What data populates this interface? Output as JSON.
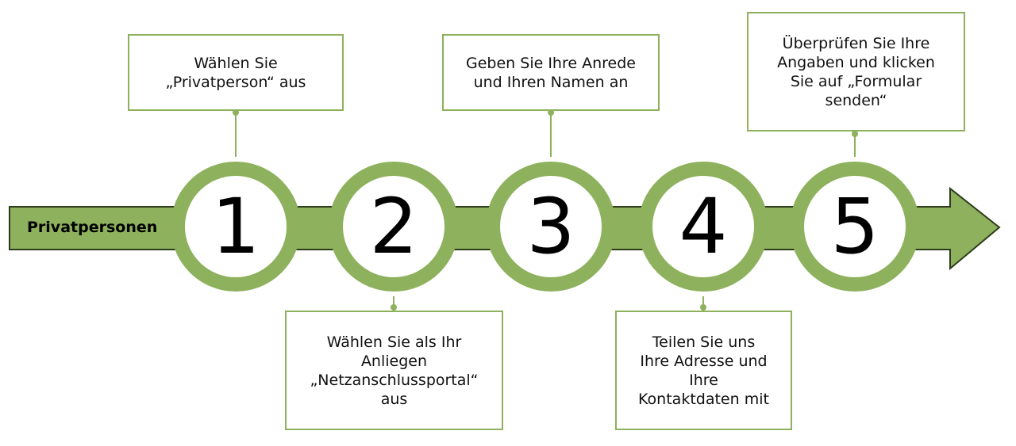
{
  "title": "Privatpersonen",
  "colors": {
    "accent": "#8db15c",
    "arrow_fill": "#8db15c",
    "arrow_stroke": "#2e3b1c",
    "box_border": "#8db15c",
    "text": "#000000"
  },
  "steps": [
    {
      "number": "1",
      "text": "Wählen Sie\n„Privatperson“ aus",
      "position": "top"
    },
    {
      "number": "2",
      "text": "Wählen Sie als Ihr\nAnliegen\n„Netzanschlussportal“\naus",
      "position": "bottom"
    },
    {
      "number": "3",
      "text": "Geben Sie Ihre Anrede\nund Ihren Namen an",
      "position": "top"
    },
    {
      "number": "4",
      "text": "Teilen Sie uns\nIhre Adresse und\nIhre\nKontaktdaten mit",
      "position": "bottom"
    },
    {
      "number": "5",
      "text": "Überprüfen Sie Ihre\nAngaben und klicken\nSie auf „Formular\nsenden“",
      "position": "top"
    }
  ]
}
